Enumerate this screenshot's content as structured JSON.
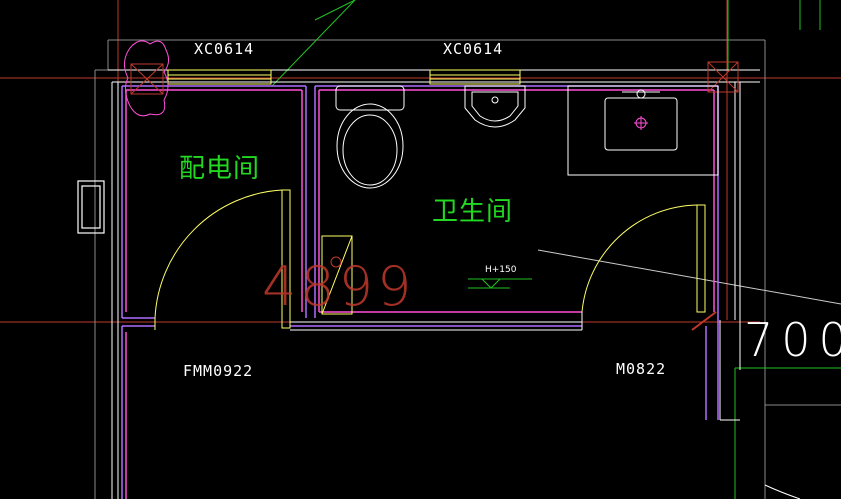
{
  "labels": {
    "window_left": "XC0614",
    "window_right": "XC0614",
    "room_distribution": "配电间",
    "room_toilet": "卫生间",
    "door_left": "FMM0922",
    "door_right": "M0822",
    "dim_red": "4899",
    "dim_white": "700",
    "elevation": "H+150"
  },
  "colors": {
    "background": "#000000",
    "wall_white": "#FFFFFF",
    "wall_purple": "#B06CFF",
    "wall_magenta": "#FF4FD8",
    "grid_red": "#C0392B",
    "door_yellow": "#FFFF66",
    "green_line": "#22C122",
    "room_text": "#22D822"
  }
}
